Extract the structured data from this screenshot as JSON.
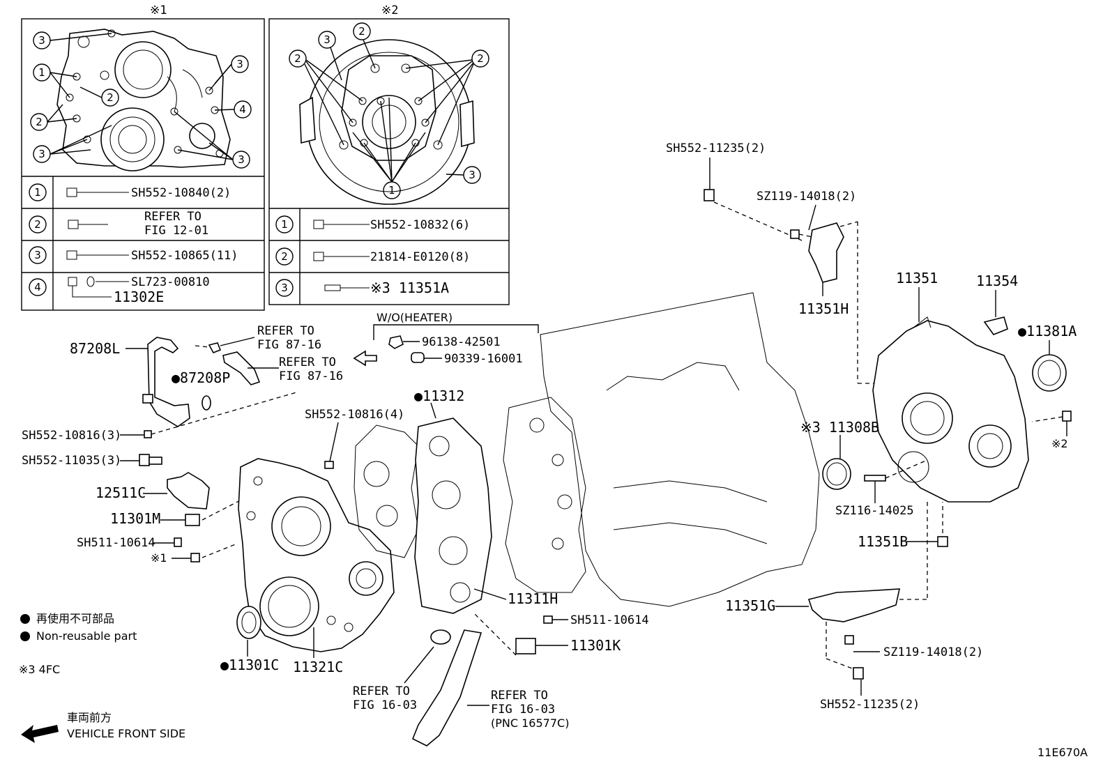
{
  "inset1": {
    "mark": "※1",
    "rows": [
      {
        "num": "1",
        "part": "SH552-10840(2)",
        "line2": ""
      },
      {
        "num": "2",
        "part": "REFER TO",
        "line2": "FIG 12-01"
      },
      {
        "num": "3",
        "part": "SH552-10865(11)",
        "line2": ""
      },
      {
        "num": "4",
        "part": "SL723-00810",
        "line2": "11302E"
      }
    ]
  },
  "inset2": {
    "mark": "※2",
    "rows": [
      {
        "num": "1",
        "part": "SH552-10832(6)"
      },
      {
        "num": "2",
        "part": "21814-E0120(8)"
      },
      {
        "num": "3",
        "part": "※3 11351A"
      }
    ]
  },
  "callouts": {
    "c_87208L": "87208L",
    "c_87208P": "●87208P",
    "c_ref8716a_1": "REFER TO",
    "c_ref8716a_2": "FIG 87-16",
    "c_ref8716b_1": "REFER TO",
    "c_ref8716b_2": "FIG 87-16",
    "c_wo_heater": "W/O(HEATER)",
    "c_96138": "96138-42501",
    "c_90339": "90339-16001",
    "c_sh55210816_3": "SH552-10816(3)",
    "c_sh55211035": "SH552-11035(3)",
    "c_12511C": "12511C",
    "c_11301M": "11301M",
    "c_sh51110614a": "SH511-10614",
    "c_mark1": "※1",
    "c_sh55210816_4": "SH552-10816(4)",
    "c_11312": "●11312",
    "c_11311H": "11311H",
    "c_sh51110614b": "SH511-10614",
    "c_11301K": "11301K",
    "c_11301C": "●11301C",
    "c_11321C": "11321C",
    "c_ref1603a_1": "REFER TO",
    "c_ref1603a_2": "FIG 16-03",
    "c_ref1603b_1": "REFER TO",
    "c_ref1603b_2": "FIG 16-03",
    "c_ref1603b_3": "(PNC 16577C)",
    "c_sh55211235_top": "SH552-11235(2)",
    "c_sz11914018_top": "SZ119-14018(2)",
    "c_11351H": "11351H",
    "c_11351": "11351",
    "c_11354": "11354",
    "c_11381A": "●11381A",
    "c_11308B": "※3 11308B",
    "c_mark2": "※2",
    "c_sz11614025": "SZ116-14025",
    "c_11351B": "11351B",
    "c_11351G": "11351G",
    "c_sz11914018_bot": "SZ119-14018(2)",
    "c_sh55211235_bot": "SH552-11235(2)"
  },
  "legend": {
    "jp": "再使用不可部品",
    "en": "Non-reusable part",
    "note": "※3 4FC",
    "front_jp": "車両前方",
    "front_en": "VEHICLE FRONT SIDE"
  },
  "figure_id": "11E670A"
}
